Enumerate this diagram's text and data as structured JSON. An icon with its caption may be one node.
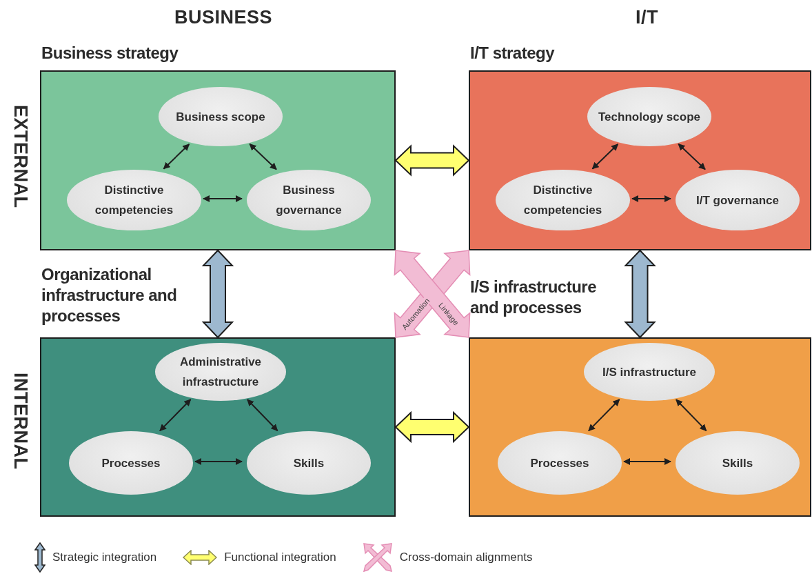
{
  "diagram": {
    "nodes": [
      {
        "text": [
          "Business strategy"
        ]
      },
      {
        "text": [
          "Business scope"
        ],
        "in": 0
      },
      {
        "text": [
          "Distinctive competencies"
        ],
        "in": 0
      },
      {
        "text": [
          "Business governance"
        ],
        "in": 0
      },
      {
        "text": [
          "I/T strategy"
        ]
      },
      {
        "text": [
          "Technology scope"
        ],
        "in": 4
      },
      {
        "text": [
          "Distinctive competencies"
        ],
        "in": 4
      },
      {
        "text": [
          "I/T governance"
        ],
        "in": 4
      },
      {
        "text": [
          "Organizational infrastructure and processes"
        ]
      },
      {
        "text": [
          "Administrative infrastructure"
        ],
        "in": 8
      },
      {
        "text": [
          "Processes"
        ],
        "in": 8
      },
      {
        "text": [
          "Skills"
        ],
        "in": 8
      },
      {
        "text": [
          "I/S infrastructure and processes"
        ]
      },
      {
        "text": [
          "I/S infrastructure"
        ],
        "in": 12
      },
      {
        "text": [
          "Processes"
        ],
        "in": 12
      },
      {
        "text": [
          "Skills"
        ],
        "in": 12
      }
    ],
    "edges": [
      {
        "from": 1,
        "to": 2,
        "arrow": "both"
      },
      {
        "from": 1,
        "to": 3,
        "arrow": "both"
      },
      {
        "from": 2,
        "to": 3,
        "arrow": "both"
      },
      {
        "from": 5,
        "to": 6,
        "arrow": "both"
      },
      {
        "from": 5,
        "to": 7,
        "arrow": "both"
      },
      {
        "from": 6,
        "to": 7,
        "arrow": "both"
      },
      {
        "from": 9,
        "to": 10,
        "arrow": "both"
      },
      {
        "from": 9,
        "to": 11,
        "arrow": "both"
      },
      {
        "from": 10,
        "to": 11,
        "arrow": "both"
      },
      {
        "from": 13,
        "to": 14,
        "arrow": "both"
      },
      {
        "from": 13,
        "to": 15,
        "arrow": "both"
      },
      {
        "from": 14,
        "to": 15,
        "arrow": "both"
      },
      {
        "from": 0,
        "to": 4,
        "arrow": "both",
        "style": "thick",
        "color": "#ffff70"
      },
      {
        "from": 8,
        "to": 12,
        "arrow": "both",
        "style": "thick",
        "color": "#ffff70"
      },
      {
        "from": 0,
        "to": 8,
        "arrow": "both",
        "style": "thick",
        "color": "#9db8cf"
      },
      {
        "from": 4,
        "to": 12,
        "arrow": "both",
        "style": "thick",
        "color": "#9db8cf"
      },
      {
        "from": 8,
        "to": 4,
        "arrow": "both",
        "style": "thick",
        "color": "#f2bcd4",
        "label": "Automation"
      },
      {
        "from": 0,
        "to": 12,
        "arrow": "both",
        "style": "thick",
        "color": "#f2bcd4",
        "label": "Linkage"
      }
    ],
    "labels": [
      "BUSINESS",
      "I/T",
      "EXTERNAL",
      "INTERNAL"
    ],
    "legend": [
      {
        "text": "Strategic integration"
      },
      {
        "text": "Functional integration"
      },
      {
        "text": "Cross-domain alignments"
      }
    ]
  }
}
